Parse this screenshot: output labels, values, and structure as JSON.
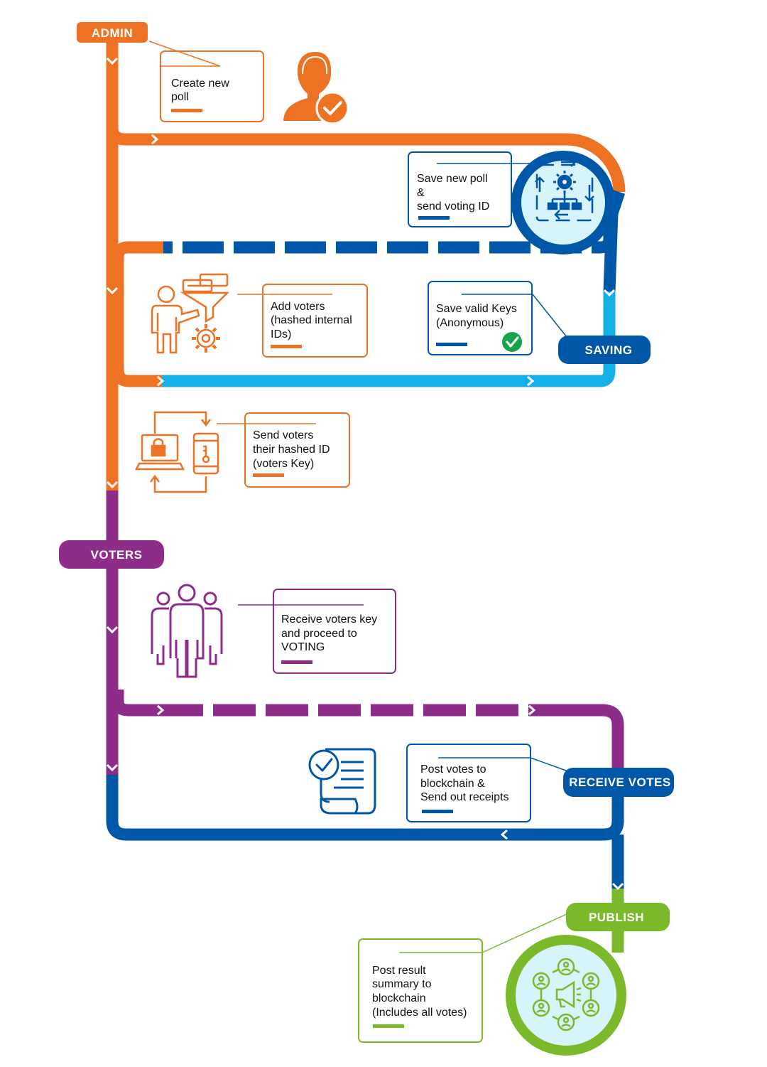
{
  "colors": {
    "orange": "#EE7223",
    "purple": "#8E2C8A",
    "blue": "#0057A8",
    "light_blue": "#14B0E6",
    "green": "#7AB929",
    "check_green": "#16A34A",
    "light_circle": "#D8F4FB"
  },
  "labels": {
    "admin": "ADMIN",
    "saving": "SAVING",
    "voters": "VOTERS",
    "receive_votes": "RECEIVE VOTES",
    "publish": "PUBLISH"
  },
  "steps": {
    "create_poll": [
      "Create new",
      "poll"
    ],
    "save_poll": [
      "Save new poll",
      "&",
      "send voting ID"
    ],
    "add_voters": [
      "Add voters",
      "(hashed internal",
      "IDs)"
    ],
    "save_keys": [
      "Save valid Keys",
      "(Anonymous)"
    ],
    "send_voters": [
      "Send voters",
      "their hashed ID",
      "(voters Key)"
    ],
    "receive_key": [
      "Receive voters key",
      "and proceed to",
      "VOTING"
    ],
    "post_votes": [
      "Post votes to",
      "blockchain &",
      "Send out receipts"
    ],
    "post_result": [
      "Post result",
      "summary to",
      "blockchain",
      "(Includes all votes)"
    ]
  },
  "icons": {
    "admin": "admin-user-check-icon",
    "workflow": "workflow-gear-icon",
    "add_voters": "person-gear-funnel-icon",
    "key_check": "check-circle-icon",
    "send_key": "laptop-lock-phone-key-icon",
    "group": "people-group-icon",
    "receipt": "document-check-icon",
    "broadcast": "megaphone-network-icon"
  }
}
